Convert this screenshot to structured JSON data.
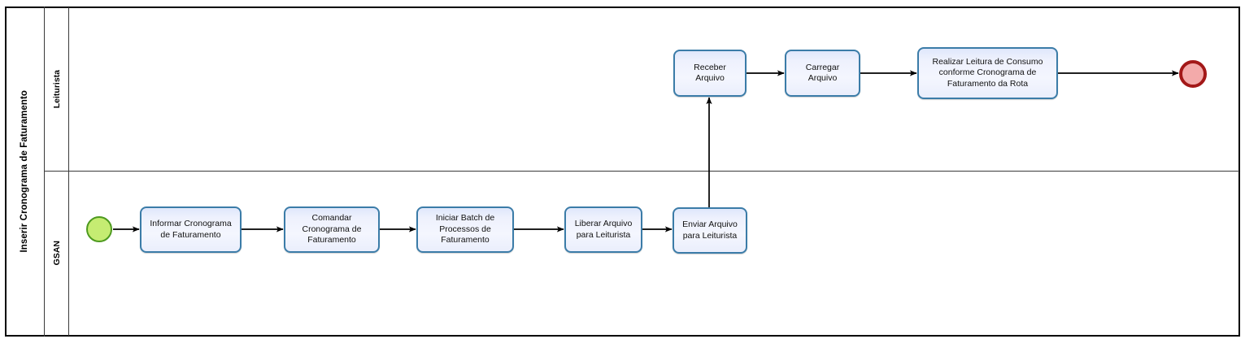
{
  "diagram": {
    "type": "bpmn-process",
    "pool": {
      "title": "Inserir Cronograma de Faturamento",
      "lanes": [
        {
          "id": "leiturista",
          "label": "Leiturista"
        },
        {
          "id": "gsan",
          "label": "GSAN"
        }
      ]
    },
    "events": [
      {
        "id": "start-event",
        "kind": "start",
        "lane": "gsan",
        "fill": "#c5ec72",
        "stroke": "#4e9a1f"
      },
      {
        "id": "end-event",
        "kind": "end",
        "lane": "leiturista",
        "fill": "#f3aaaa",
        "stroke": "#a31818"
      }
    ],
    "tasks": [
      {
        "id": "task-informar-cronograma",
        "lane": "gsan",
        "label": "Informar Cronograma de Faturamento"
      },
      {
        "id": "task-comandar-cronograma",
        "lane": "gsan",
        "label": "Comandar Cronograma de Faturamento"
      },
      {
        "id": "task-iniciar-batch",
        "lane": "gsan",
        "label": "Iniciar Batch de Processos de Faturamento"
      },
      {
        "id": "task-liberar-arquivo",
        "lane": "gsan",
        "label": "Liberar Arquivo para Leiturista"
      },
      {
        "id": "task-enviar-arquivo",
        "lane": "gsan",
        "label": "Enviar Arquivo para Leiturista"
      },
      {
        "id": "task-receber-arquivo",
        "lane": "leiturista",
        "label": "Receber Arquivo"
      },
      {
        "id": "task-carregar-arquivo",
        "lane": "leiturista",
        "label": "Carregar Arquivo"
      },
      {
        "id": "task-realizar-leitura",
        "lane": "leiturista",
        "label": "Realizar Leitura de Consumo conforme Cronograma de Faturamento da Rota"
      }
    ],
    "flows": [
      {
        "from": "start-event",
        "to": "task-informar-cronograma"
      },
      {
        "from": "task-informar-cronograma",
        "to": "task-comandar-cronograma"
      },
      {
        "from": "task-comandar-cronograma",
        "to": "task-iniciar-batch"
      },
      {
        "from": "task-iniciar-batch",
        "to": "task-liberar-arquivo"
      },
      {
        "from": "task-liberar-arquivo",
        "to": "task-enviar-arquivo"
      },
      {
        "from": "task-enviar-arquivo",
        "to": "task-receber-arquivo"
      },
      {
        "from": "task-receber-arquivo",
        "to": "task-carregar-arquivo"
      },
      {
        "from": "task-carregar-arquivo",
        "to": "task-realizar-leitura"
      },
      {
        "from": "task-realizar-leitura",
        "to": "end-event"
      }
    ],
    "colors": {
      "task_fill": "#eef1fd",
      "task_stroke": "#3b7ca8",
      "pool_stroke": "#000000",
      "lane_stroke": "#3a3a3a",
      "flow_stroke": "#000000"
    }
  },
  "task_labels": {
    "informar_cronograma_line1": "Informar Cronograma",
    "informar_cronograma_line2": "de Faturamento",
    "comandar_line1": "Comandar",
    "comandar_line2": "Cronograma de",
    "comandar_line3": "Faturamento",
    "iniciar_line1": "Iniciar Batch de",
    "iniciar_line2": "Processos de",
    "iniciar_line3": "Faturamento",
    "liberar_line1": "Liberar Arquivo",
    "liberar_line2": "para Leiturista",
    "enviar_line1": "Enviar Arquivo",
    "enviar_line2": "para Leiturista",
    "receber_line1": "Receber",
    "receber_line2": "Arquivo",
    "carregar_line1": "Carregar",
    "carregar_line2": "Arquivo",
    "realizar_line1": "Realizar Leitura de Consumo",
    "realizar_line2": "conforme Cronograma de",
    "realizar_line3": "Faturamento da Rota"
  }
}
